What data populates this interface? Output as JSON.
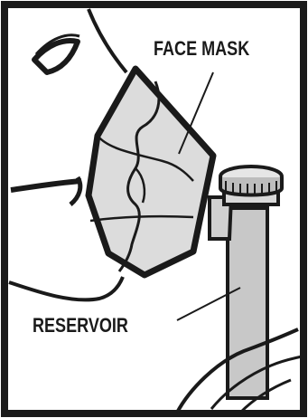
{
  "labels": {
    "face_mask": "FACE MASK",
    "reservoir": "RESERVOIR"
  },
  "icons": {
    "face": "face-profile-outline",
    "mask": "face-mask-outline",
    "reservoir": "reservoir-bottle-outline",
    "hand": "hand-outline",
    "strap": "mask-strap-line"
  },
  "colors": {
    "line": "#1a1a1a",
    "fill_light": "#d9d9d9",
    "fill_mid": "#c8c8c8",
    "background": "#ffffff"
  }
}
